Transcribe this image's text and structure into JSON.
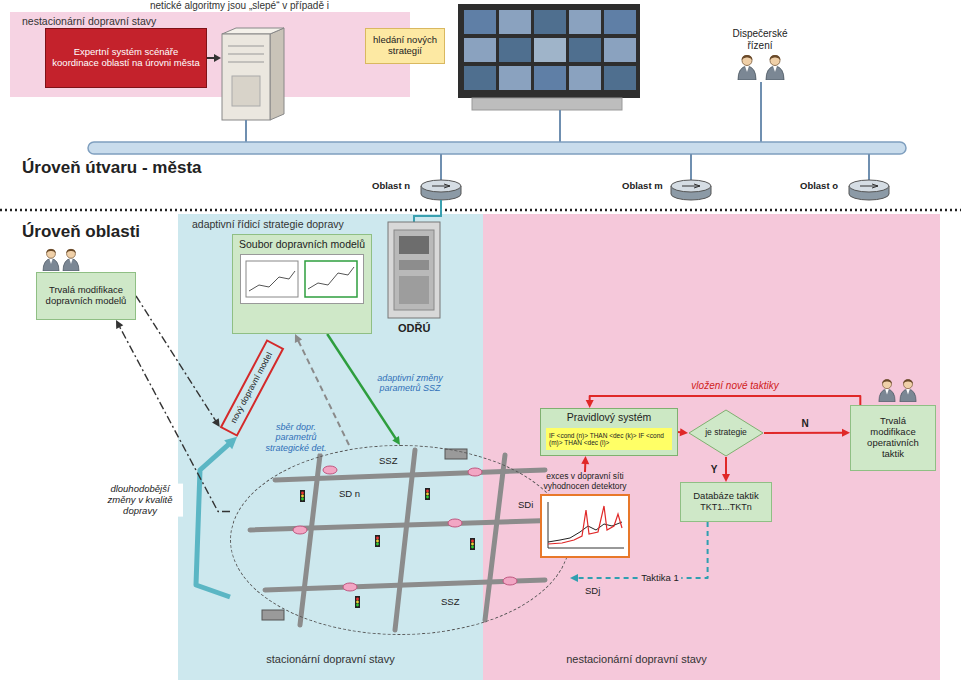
{
  "diagram": {
    "nodes": [
      {
        "text": [
          "nestacionární dopravní stavy"
        ]
      },
      {
        "text": [
          "Expertní systém scénáře koordinace oblastí na úrovni města"
        ],
        "in": 0
      },
      {
        "text": [
          "hledání nových strategií"
        ]
      },
      {
        "text": [
          "Trvalá modifikace dopravních modelů"
        ]
      },
      {
        "text": [
          "adaptivní řídicí strategie dopravy",
          "stacionární dopravní stavy"
        ]
      },
      {
        "text": [
          "Soubor dopravních modelů"
        ],
        "in": 4
      },
      {
        "text": [
          "nový dopravní model"
        ],
        "in": 4
      },
      {
        "text": [
          "nestacionární dopravní stavy"
        ]
      },
      {
        "text": [
          "Pravidlový systém"
        ],
        "in": 7
      },
      {
        "text": [
          "IF <cond (n)> THAN <dec (k)> IF <cond (m)> THAN <dec (l)>"
        ],
        "in": 8
      },
      {
        "text": [
          "je strategie"
        ],
        "in": 7
      },
      {
        "text": [
          "Trvalá modifikace operativních taktik"
        ],
        "in": 7
      },
      {
        "text": [
          "Databáze taktik",
          "TKT1...TKTn"
        ],
        "in": 7
      },
      {
        "text": [
          "exces v dopravní síti vyhodnocen detektory"
        ],
        "in": 7
      },
      {
        "text": [
          "SSZ",
          "SD n",
          "SSZ"
        ]
      }
    ],
    "edges": [
      {
        "from": 8,
        "to": 10,
        "arrow": "to"
      },
      {
        "from": 10,
        "to": 11,
        "label": "N",
        "arrow": "to"
      },
      {
        "from": 10,
        "to": 12,
        "label": "Y",
        "arrow": "to"
      },
      {
        "from": 11,
        "to": 8,
        "label": "vložení nové taktiky",
        "arrow": "to"
      },
      {
        "from": 13,
        "to": 8,
        "arrow": "to"
      },
      {
        "from": 12,
        "to": 14,
        "label": "Taktika 1",
        "arrow": "to"
      },
      {
        "from": 5,
        "to": 14,
        "label": "adaptivní změny parametrů SSZ",
        "arrow": "to"
      },
      {
        "from": 14,
        "to": 5,
        "label": "sběr dopr. parametrů strategické det.",
        "arrow": "to"
      },
      {
        "from": 14,
        "to": 6,
        "arrow": "to"
      },
      {
        "from": 14,
        "to": 3,
        "label": "dlouhodobější změny v kvalitě dopravy",
        "arrow": "to"
      },
      {
        "from": 3,
        "to": 6,
        "arrow": "to"
      }
    ],
    "labels": [
      "netické algoritmy jsou „slepé“ v případě i",
      "Dispečerské řízení",
      "Úroveň útvaru - města",
      "Oblast n",
      "Oblast m",
      "Oblast o",
      "Úroveň oblasti",
      "ODŘÚ",
      "SDj",
      "SDi"
    ]
  }
}
